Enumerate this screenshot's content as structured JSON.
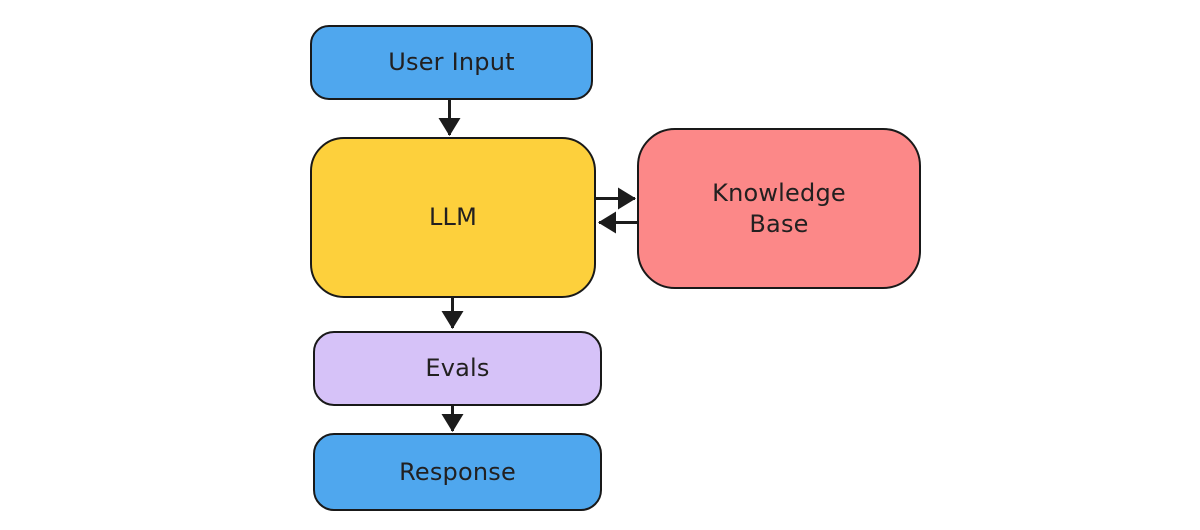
{
  "diagram": {
    "background": "#ffffff",
    "border_color": "#191919",
    "edge_color": "#1c1c1c",
    "text_color": "#222020",
    "nodes": [
      {
        "id": "user-input",
        "label": "User Input",
        "fill": "#4fa7ee"
      },
      {
        "id": "llm",
        "label": "LLM",
        "fill": "#fdd03c"
      },
      {
        "id": "knowledge-base",
        "label": "Knowledge Base",
        "fill": "#fc8888"
      },
      {
        "id": "evals",
        "label": "Evals",
        "fill": "#d6c2f8"
      },
      {
        "id": "response",
        "label": "Response",
        "fill": "#4fa7ee"
      }
    ],
    "edges": [
      {
        "from": "user-input",
        "to": "llm",
        "direction": "down"
      },
      {
        "from": "llm",
        "to": "knowledge-base",
        "direction": "right"
      },
      {
        "from": "knowledge-base",
        "to": "llm",
        "direction": "left"
      },
      {
        "from": "llm",
        "to": "evals",
        "direction": "down"
      },
      {
        "from": "evals",
        "to": "response",
        "direction": "down"
      }
    ]
  }
}
